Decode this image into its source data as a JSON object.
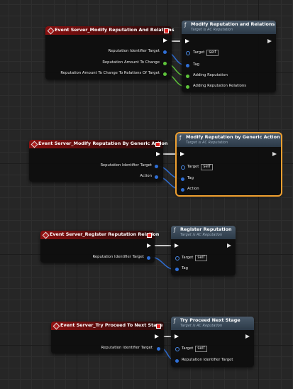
{
  "graph": {
    "colors": {
      "exec_wire": "#ffffff",
      "object_wire": "#2f6fd6",
      "float_wire": "#5ec43a",
      "selection": "#f0a030"
    },
    "events": [
      {
        "title": "Event Server_Modify Reputation And Relations",
        "outputs": [
          "Reputation Identifier Target",
          "Reputation Amount To Change",
          "Reputation Amount To Change To Relations Of Target"
        ]
      },
      {
        "title": "Event Server_Modify Reputation By Generic Action",
        "outputs": [
          "Reputation Identifier Target",
          "Action"
        ]
      },
      {
        "title": "Event Server_Register Reputation Relation",
        "outputs": [
          "Reputation Identifier Target"
        ]
      },
      {
        "title": "Event Server_Try Proceed To Next Stage",
        "outputs": [
          "Reputation Identifier Target"
        ]
      }
    ],
    "functions": [
      {
        "title": "Modify Reputation and Relations",
        "subtitle": "Target is AC Reputation",
        "target_label": "Target",
        "self_label": "self",
        "inputs": [
          "Tag",
          "Adding Reputation",
          "Adding Reputation Relations"
        ]
      },
      {
        "title": "Modify Reputation by Generic Action",
        "subtitle": "Target is AC Reputation",
        "target_label": "Target",
        "self_label": "self",
        "inputs": [
          "Tag",
          "Action"
        ]
      },
      {
        "title": "Register Reputation",
        "subtitle": "Target is AC Reputation",
        "target_label": "Target",
        "self_label": "self",
        "inputs": [
          "Tag"
        ]
      },
      {
        "title": "Try Proceed Next Stage",
        "subtitle": "Target is AC Reputation",
        "target_label": "Target",
        "self_label": "self",
        "inputs": [
          "Reputation Identifier Target"
        ]
      }
    ]
  }
}
